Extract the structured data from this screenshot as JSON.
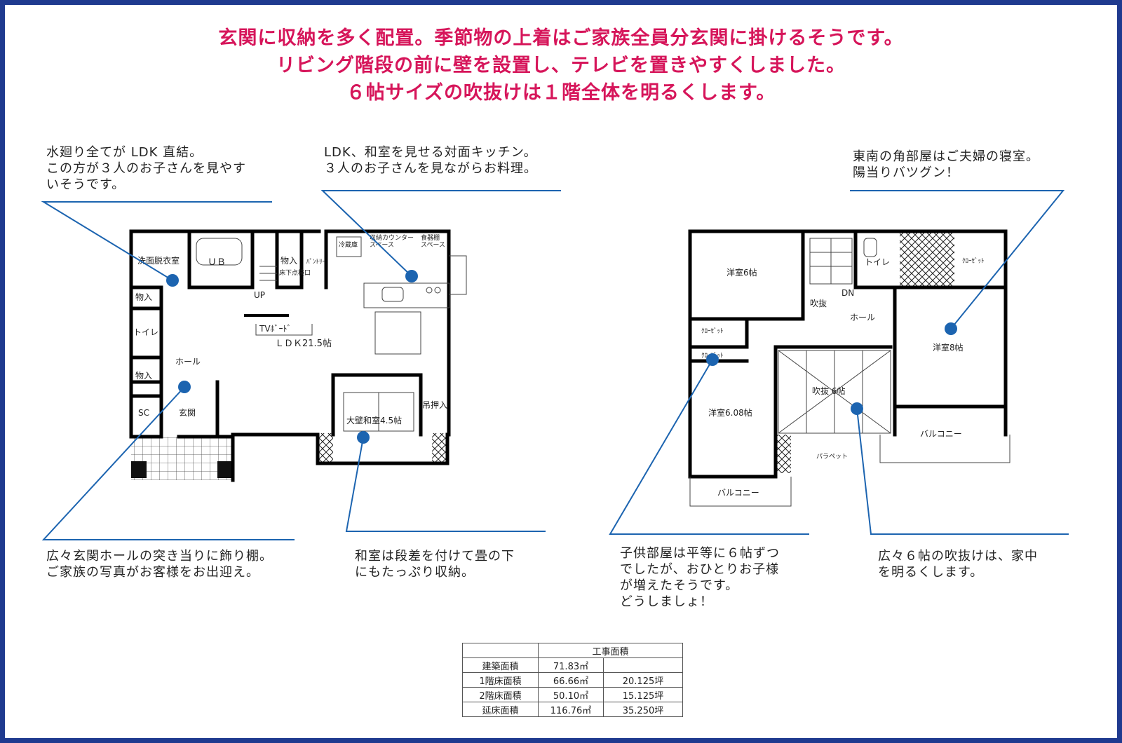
{
  "headline": {
    "line1": "玄関に収納を多く配置。季節物の上着はご家族全員分玄関に掛けるそうです。",
    "line2": "リビング階段の前に壁を設置し、テレビを置きやすくしました。",
    "line3": "６帖サイズの吹抜けは１階全体を明るくします。"
  },
  "notes": {
    "water": "水廻り全てが LDK 直結。\nこの方が３人のお子さんを見やす\nいそうです。",
    "kitchen": "LDK、和室を見せる対面キッチン。\n３人のお子さんを見ながらお料理。",
    "master": "東南の角部屋はご夫婦の寝室。\n陽当りバツグン！",
    "entrance": "広々玄関ホールの突き当りに飾り棚。\nご家族の写真がお客様をお出迎え。",
    "washitsu": "和室は段差を付けて畳の下\nにもたっぷり収納。",
    "kids": "子供部屋は平等に６帖ずつ\nでしたが、おひとりお子様\nが増えたそうです。\nどうしましょ！",
    "fukinuke": "広々６帖の吹抜けは、家中\nを明るくします。"
  },
  "floor1": {
    "senmen": "洗面脱衣室",
    "ub": "ＵＢ",
    "monoire": "物入",
    "yukashita": "床下点検口",
    "pantry": "ﾊﾟﾝﾄﾘｰ",
    "reizouko": "冷蔵庫",
    "counter": "収納カウンター\nスペース",
    "shokkidana": "食器棚\nスペース",
    "up": "UP",
    "tvboard": "TVﾎﾞｰﾄﾞ",
    "ldk": "ＬＤＫ21.5帖",
    "toilet": "トイレ",
    "hall": "ホール",
    "sc": "SC",
    "genkan": "玄関",
    "washitsu": "大壁和室4.5帖",
    "tsurioshiire": "吊押入"
  },
  "floor2": {
    "youshitsu6": "洋室6帖",
    "closet": "ｸﾛｰｾﾞｯﾄ",
    "youshitsu608": "洋室6.08帖",
    "balcony": "バルコニー",
    "fukinuke_small": "吹抜",
    "dn": "DN",
    "hall": "ホール",
    "toilet": "トイレ",
    "youshitsu8": "洋室8帖",
    "fukinuke6": "吹抜 6帖",
    "parapet": "パラペット"
  },
  "area_table": {
    "title": "工事面積",
    "rows": [
      {
        "label": "建築面積",
        "sqm": "71.83㎡",
        "tsubo": ""
      },
      {
        "label": "1階床面積",
        "sqm": "66.66㎡",
        "tsubo": "20.125坪"
      },
      {
        "label": "2階床面積",
        "sqm": "50.10㎡",
        "tsubo": "15.125坪"
      },
      {
        "label": "延床面積",
        "sqm": "116.76㎡",
        "tsubo": "35.250坪"
      }
    ]
  },
  "colors": {
    "frame": "#1f3a8f",
    "headline": "#d6155a",
    "callout": "#1c64b0"
  }
}
